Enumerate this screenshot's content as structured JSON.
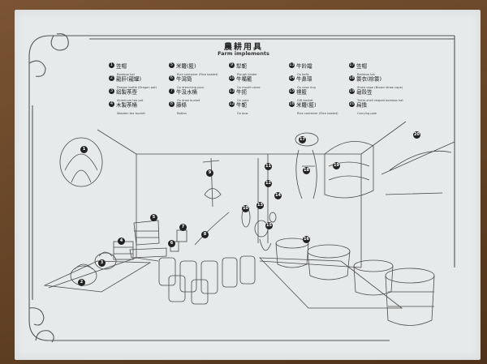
{
  "sign": {
    "title": "農耕用具",
    "subtitle": "Farm implements"
  },
  "legend": [
    {
      "num": "1",
      "zh": "笠帽",
      "en": "Bamboo hat"
    },
    {
      "num": "2",
      "zh": "龍肝(龍罐)",
      "en": "Dragon bottle (Dragon pot)"
    },
    {
      "num": "3",
      "zh": "鋁製茶壺",
      "en": "Aluminum tea pot"
    },
    {
      "num": "4",
      "zh": "木製茶桶",
      "en": "Wooden tea bucket"
    },
    {
      "num": "5",
      "zh": "米籮(籃)",
      "en": "Rice container (Rice basket)"
    },
    {
      "num": "6",
      "zh": "牛瀉筒",
      "en": "Ox drenching pour"
    },
    {
      "num": "7",
      "zh": "牛汲水桶",
      "en": "Ox draw bucket"
    },
    {
      "num": "8",
      "zh": "藤條",
      "en": "Rattan"
    },
    {
      "num": "9",
      "zh": "犁軛",
      "en": "Plough binder"
    },
    {
      "num": "10",
      "zh": "牛嘴籠",
      "en": "Ox mouth cover"
    },
    {
      "num": "11",
      "zh": "牛扼",
      "en": "Ox yoke"
    },
    {
      "num": "12",
      "zh": "牛軛",
      "en": "Ox bow"
    },
    {
      "num": "13",
      "zh": "牛鈴鐺",
      "en": "Ox bells"
    },
    {
      "num": "14",
      "zh": "牛鼻環",
      "en": "Ox nose ring"
    },
    {
      "num": "15",
      "zh": "禮籃",
      "en": "Gift basket"
    },
    {
      "num": "16",
      "zh": "米籮(籃)",
      "en": "Rice container (Rice basket)"
    },
    {
      "num": "17",
      "zh": "笠帽",
      "en": "Bamboo hat"
    },
    {
      "num": "18",
      "zh": "簑衣(棕簑)",
      "en": "Straw cape (Brown straw cape)"
    },
    {
      "num": "19",
      "zh": "龜殼笠",
      "en": "Turtle-shell shaped bamboo hat"
    },
    {
      "num": "20",
      "zh": "扁擔",
      "en": "Carrying pole"
    }
  ],
  "markers": [
    "1",
    "2",
    "3",
    "4",
    "5",
    "6",
    "7",
    "8",
    "9",
    "10",
    "11",
    "12",
    "13",
    "14",
    "15",
    "16",
    "17",
    "18",
    "19",
    "20"
  ]
}
